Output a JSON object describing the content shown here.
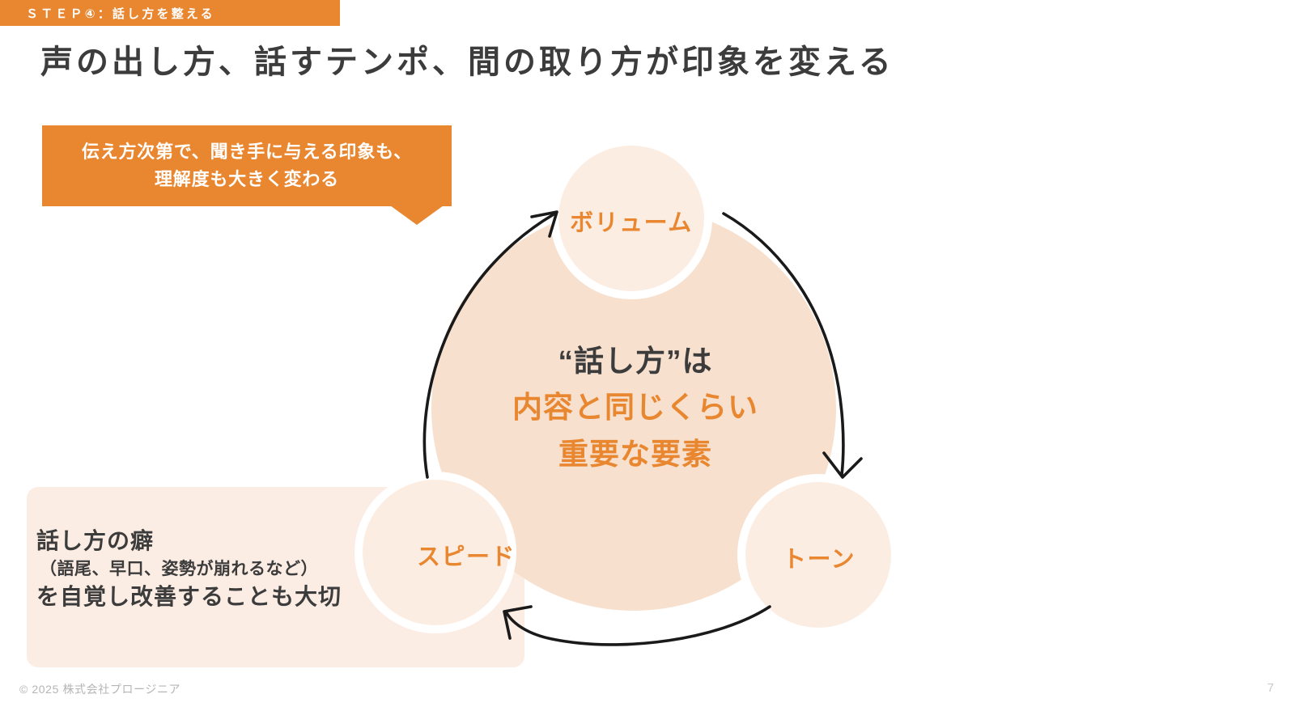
{
  "slide": {
    "page_number": "7",
    "copyright": "© 2025 株式会社プロージニア",
    "colors": {
      "accent_orange": "#E98730",
      "title_gray": "#3C3C3C",
      "core_circle_fill": "#F7E0CE",
      "node_circle_fill": "#FCEDE3",
      "panel_fill": "#FCEDE4",
      "arrow_stroke": "#1A1A1A",
      "footer_gray": "#B5B5B5"
    }
  },
  "header": {
    "step_badge": "ＳＴＥＰ④：話し方を整える",
    "title": "声の出し方、話すテンポ、間の取り方が印象を変える"
  },
  "callout": {
    "lines": [
      "伝え方次第で、聞き手に与える印象も、",
      "理解度も大きく変わる"
    ]
  },
  "info_panel": {
    "line1": "話し方の癖",
    "line2": "（語尾、早口、姿勢が崩れるなど）",
    "line3": "を自覚し改善することも大切"
  },
  "diagram": {
    "type": "cycle",
    "core": {
      "line1": "“話し方”は",
      "line2": "内容と同じくらい",
      "line3": "重要な要素"
    },
    "nodes": [
      {
        "id": "volume",
        "label": "ボリューム",
        "position": "top"
      },
      {
        "id": "tone",
        "label": "トーン",
        "position": "bottom-right"
      },
      {
        "id": "speed",
        "label": "スピード",
        "position": "bottom-left"
      }
    ],
    "arrows": [
      {
        "from": "speed",
        "to": "volume",
        "direction": "counter-clockwise-left"
      },
      {
        "from": "volume",
        "to": "tone",
        "direction": "clockwise-right"
      },
      {
        "from": "tone",
        "to": "speed",
        "direction": "bottom-right-to-left"
      }
    ]
  }
}
